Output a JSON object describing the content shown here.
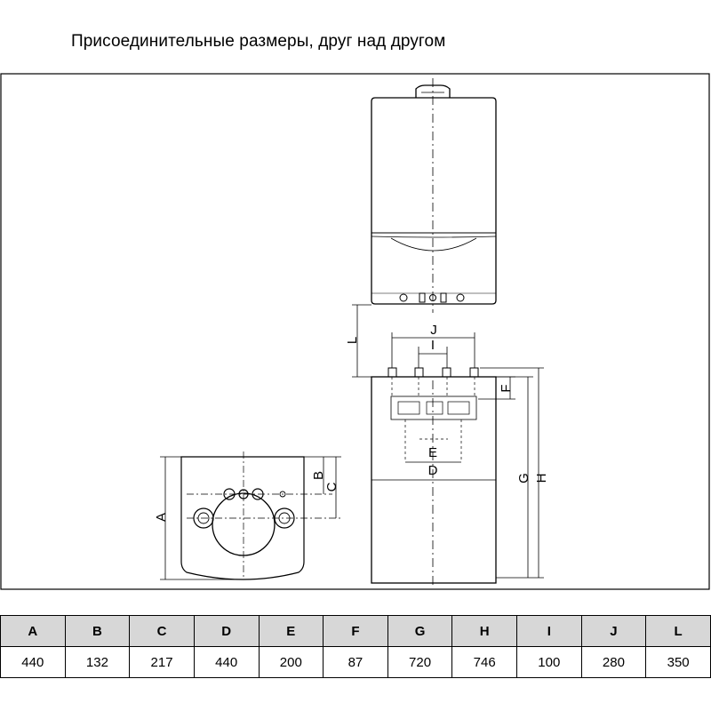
{
  "title": "Присоединительные размеры, друг над другом",
  "labels": {
    "A": "A",
    "B": "B",
    "C": "C",
    "D": "D",
    "E": "E",
    "F": "F",
    "G": "G",
    "H": "H",
    "I": "I",
    "J": "J",
    "L": "L"
  },
  "table": {
    "headers": [
      "A",
      "B",
      "C",
      "D",
      "E",
      "F",
      "G",
      "H",
      "I",
      "J",
      "L"
    ],
    "values": [
      "440",
      "132",
      "217",
      "440",
      "200",
      "87",
      "720",
      "746",
      "100",
      "280",
      "350"
    ]
  },
  "colors": {
    "line": "#000000",
    "header_bg": "#d7d7d7",
    "fill": "#ffffff"
  }
}
